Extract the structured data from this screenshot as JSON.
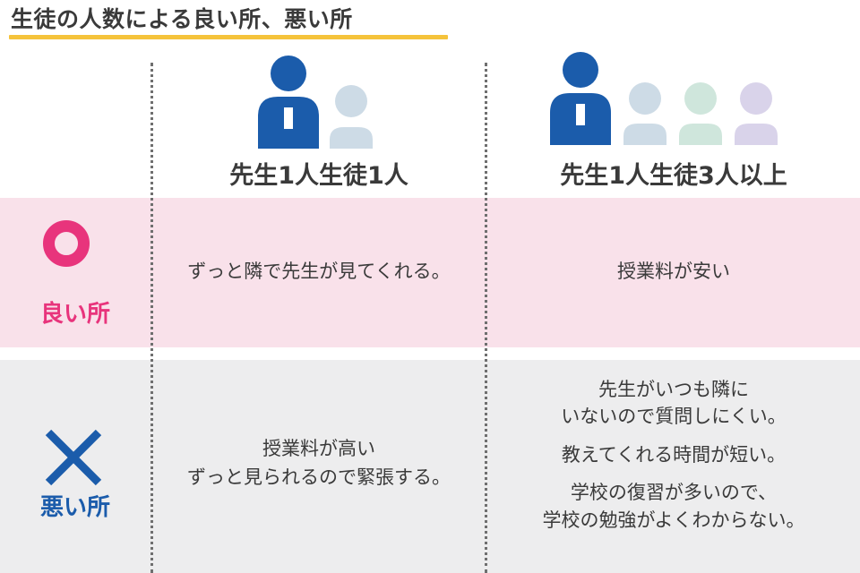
{
  "title": "生徒の人数による良い所、悪い所",
  "columns": [
    {
      "header": "先生1人生徒1人"
    },
    {
      "header": "先生1人生徒3人以上"
    }
  ],
  "rows": {
    "good": {
      "label": "良い所",
      "symbol": "circle-icon",
      "color": "#e8347c",
      "cells": [
        [
          "ずっと隣で先生が見てくれる。"
        ],
        [
          "授業料が安い"
        ]
      ]
    },
    "bad": {
      "label": "悪い所",
      "symbol": "cross-icon",
      "color": "#1b5cab",
      "cells": [
        [
          "授業料が高い",
          "ずっと見られるので緊張する。"
        ],
        [
          [
            "先生がいつも隣に",
            "いないので質問しにくい。"
          ],
          [
            "教えてくれる時間が短い。"
          ],
          [
            "学校の復習が多いので、",
            "学校の勉強がよくわからない。"
          ]
        ]
      ]
    }
  },
  "colors": {
    "accent_underline": "#f5c33b",
    "good_band": "#f9e1ea",
    "bad_band": "#ededee",
    "teacher": "#1b5cab",
    "student_1": "#cddbe6",
    "student_2": "#cfe6dc",
    "student_3": "#d9d3ea"
  }
}
